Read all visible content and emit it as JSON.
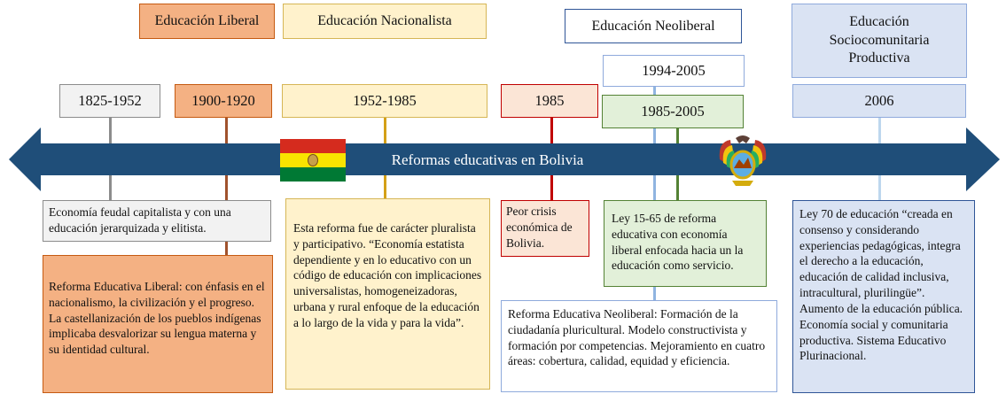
{
  "arrow": {
    "label": "Reformas educativas en Bolivia"
  },
  "periods": {
    "liberal": "Educación Liberal",
    "nacionalista": "Educación Nacionalista",
    "neoliberal": "Educación Neoliberal",
    "sociocomunitaria": "Educación Sociocomunitaria Productiva"
  },
  "dates": {
    "d1825": "1825-1952",
    "d1900": "1900-1920",
    "d1952": "1952-1985",
    "d1985": "1985",
    "d1994": "1994-2005",
    "d1985b": "1985-2005",
    "d2006": "2006"
  },
  "descriptions": {
    "feudal": "Economía feudal capitalista y con una educación jerarquizada y elitista.",
    "liberal": "Reforma Educativa Liberal: con énfasis en el nacionalismo, la civilización y el progreso. La castellanización de los pueblos indígenas implicaba desvalorizar su lengua materna y su identidad cultural.",
    "nacionalista": "Esta reforma fue de carácter pluralista y participativo. “Economía estatista dependiente y en lo educativo con un código de educación con implicaciones universalistas, homogeneizadoras, urbana y rural enfoque de la educación a lo largo de la vida y para la vida”.",
    "crisis": "Peor crisis económica de Bolivia.",
    "ley1565": "Ley 15-65 de reforma educativa con economía liberal enfocada hacia un la educación como servicio.",
    "neoliberal": "Reforma Educativa Neoliberal: Formación de la ciudadanía pluricultural. Modelo constructivista y formación por competencias. Mejoramiento en cuatro áreas: cobertura, calidad, equidad y eficiencia.",
    "ley70": "Ley 70 de educación “creada en consenso y considerando experiencias pedagógicas, integra el derecho a la educación, educación de calidad inclusiva, intracultural, plurilingüe”. Aumento de la educación pública. Economía social y comunitaria productiva. Sistema Educativo Plurinacional."
  },
  "colors": {
    "arrow": "#1f4e79",
    "flag_red": "#d52b1e",
    "flag_yellow": "#f9e300",
    "flag_green": "#007934"
  },
  "icons": {
    "flag": "bolivia-flag-icon",
    "coat": "bolivia-coat-of-arms-icon"
  }
}
